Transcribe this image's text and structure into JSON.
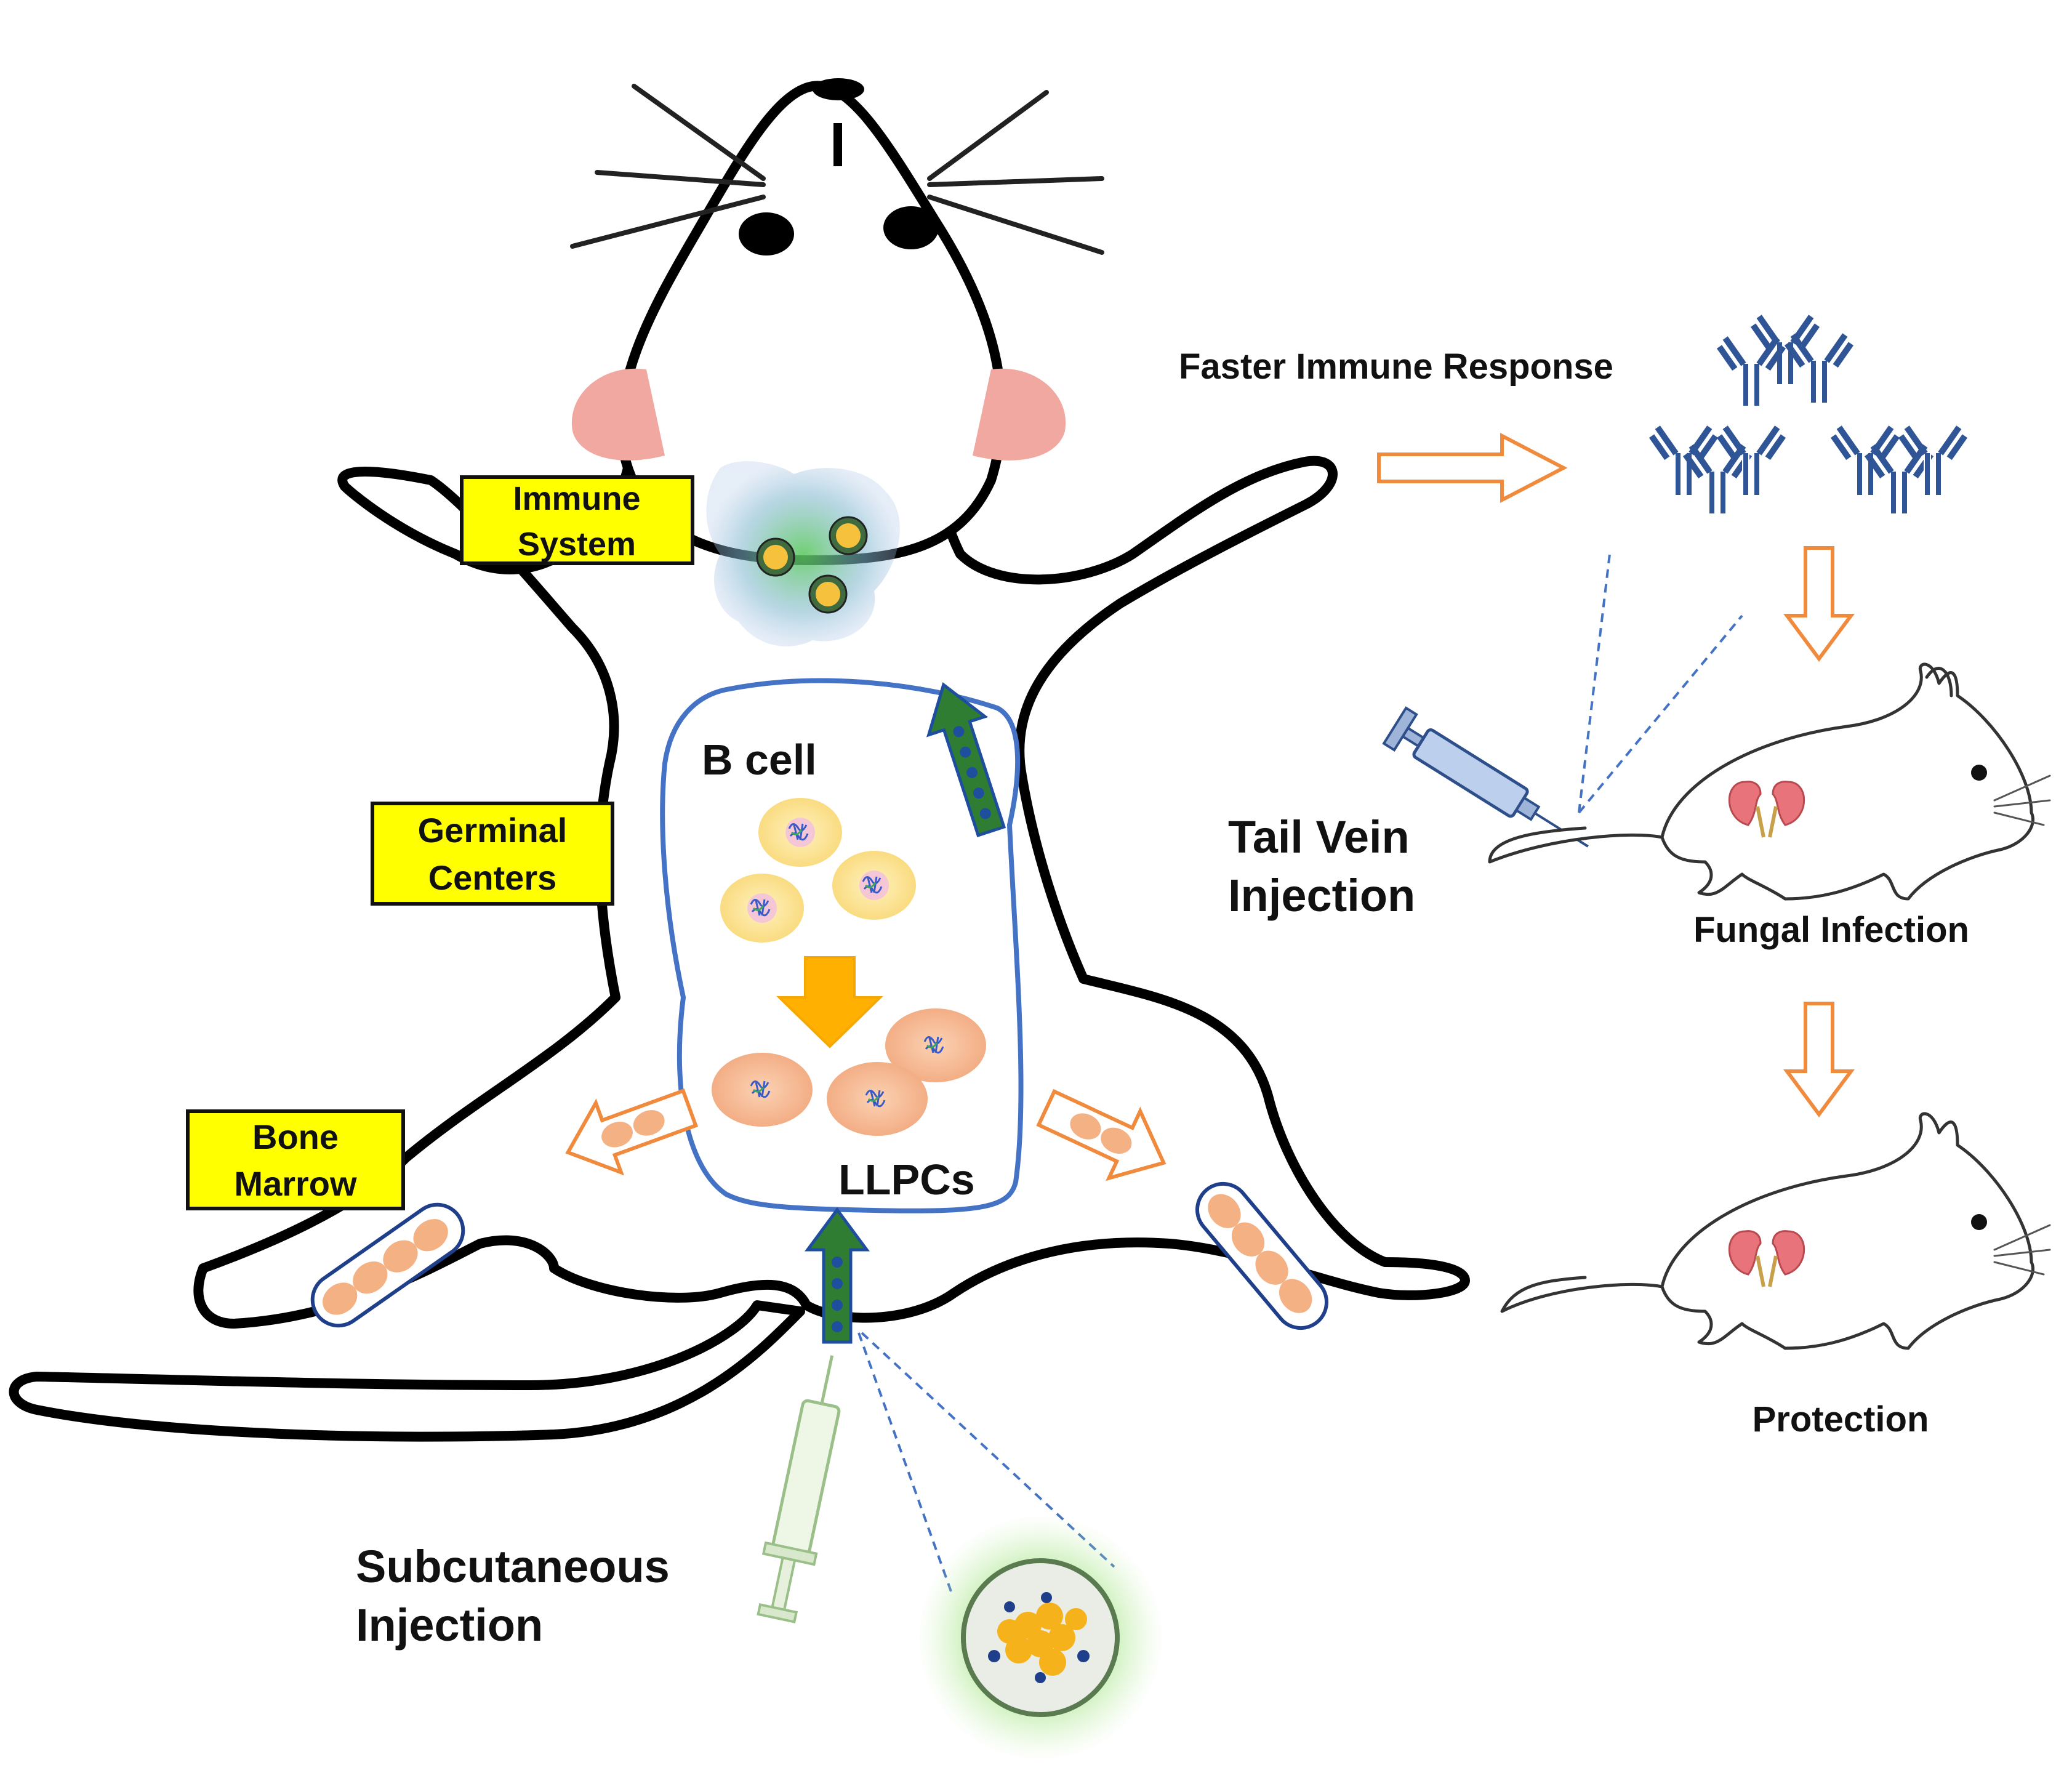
{
  "labels": {
    "immune_system_line1": "Immune",
    "immune_system_line2": "System",
    "germinal_centers_line1": "Germinal",
    "germinal_centers_line2": "Centers",
    "bone_marrow_line1": "Bone",
    "bone_marrow_line2": "Marrow",
    "b_cell": "B cell",
    "llpcs": "LLPCs",
    "subcutaneous_line1": "Subcutaneous",
    "subcutaneous_line2": "Injection",
    "faster_immune_response": "Faster Immune Response",
    "tail_vein_line1": "Tail Vein",
    "tail_vein_line2": "Injection",
    "fungal_infection": "Fungal Infection",
    "protection": "Protection"
  },
  "colors": {
    "label_box_fill": "#ffff00",
    "outline": "#111111",
    "flow_arrow": "#f08a3c",
    "antibody": "#2f5597",
    "node_border": "#4472c4",
    "growth_arrow_fill": "#2e7d32",
    "growth_arrow_dots": "#1f4e9e",
    "b_cell_fill": "#fbe08c",
    "llpc_fill": "#f4b183",
    "differentiation_arrow": "#ffb000",
    "ear_fill": "#f0a8a0",
    "kidney_fill": "#e8737a",
    "green_glow": "#7ed957"
  }
}
